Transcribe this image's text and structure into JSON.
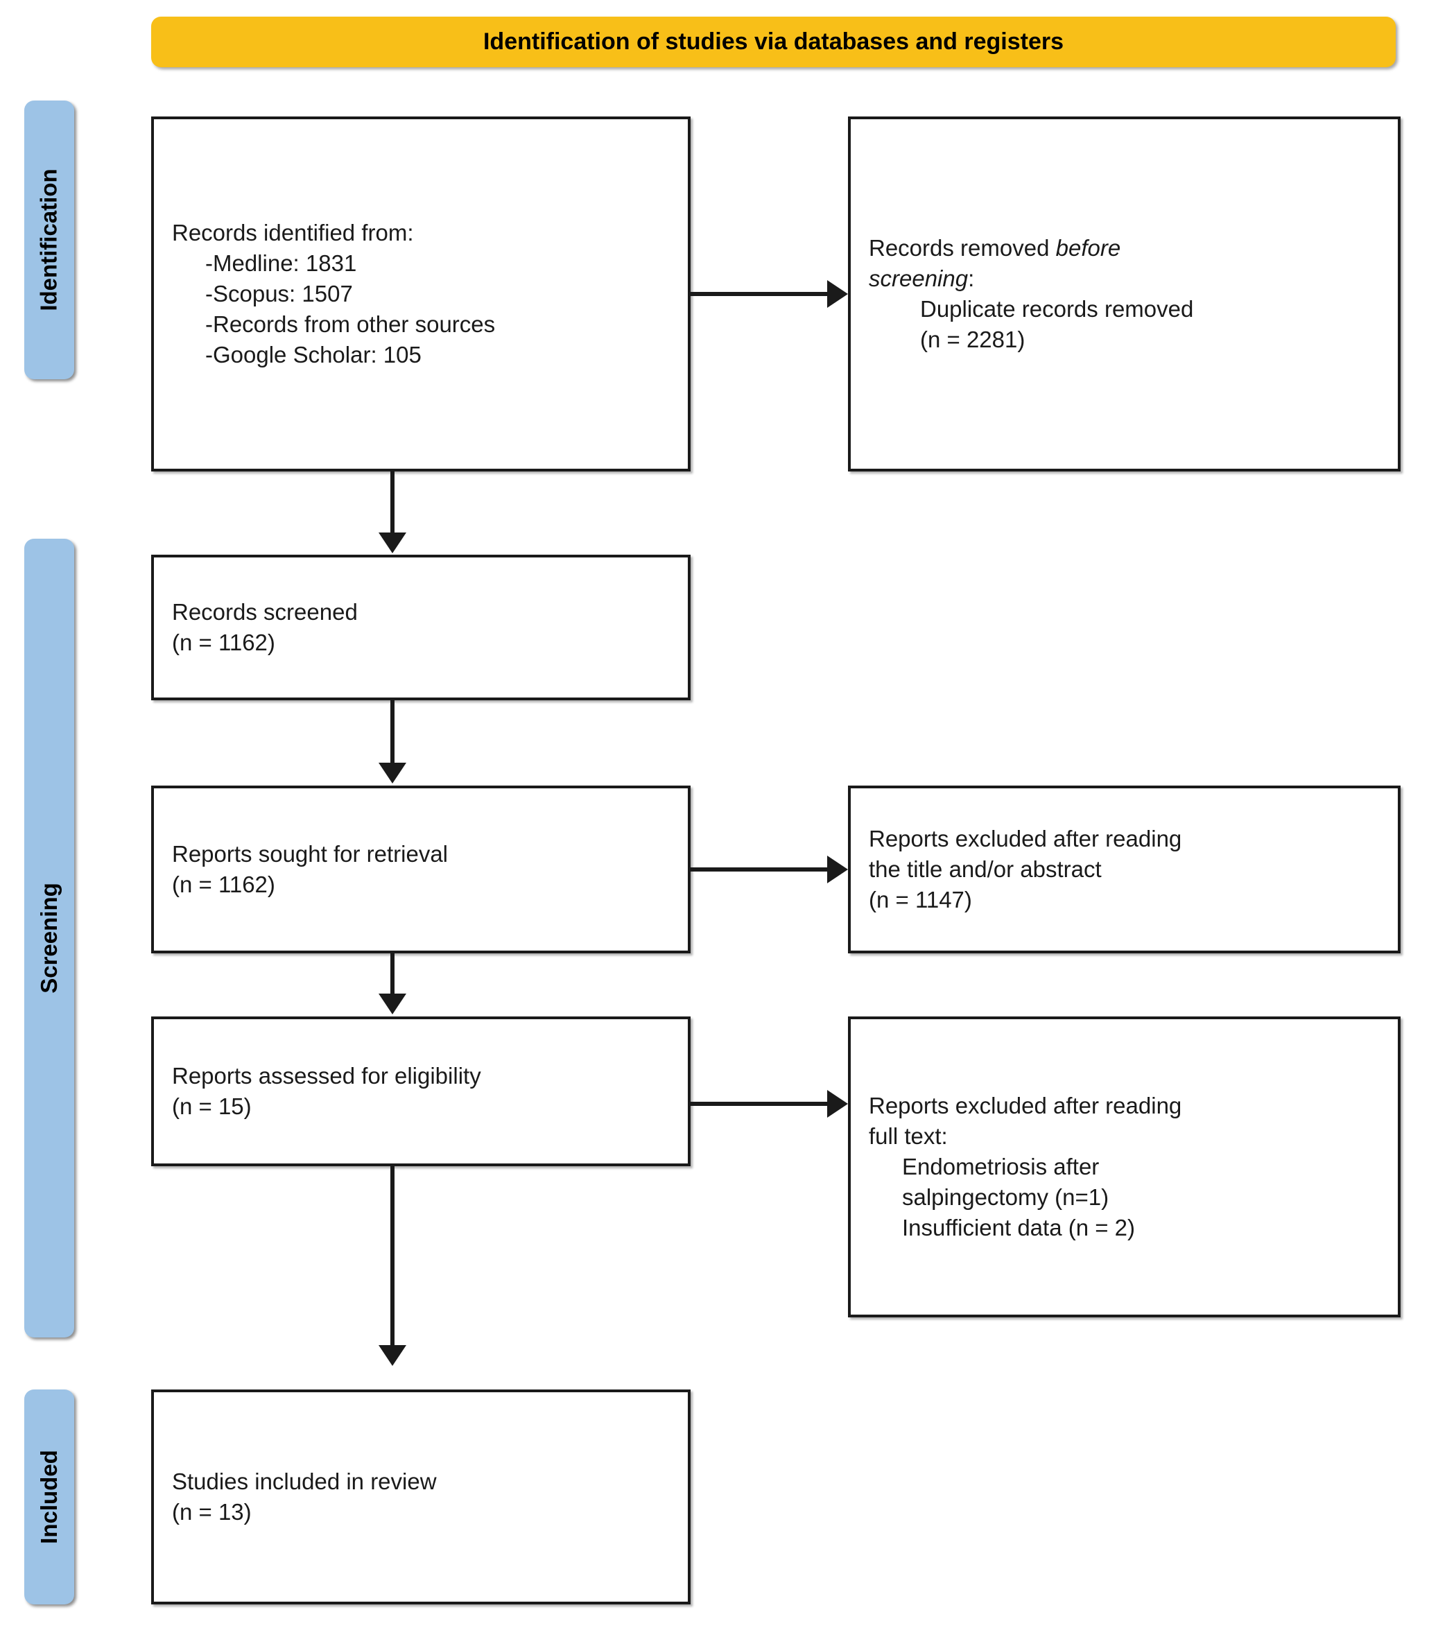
{
  "header": {
    "title": "Identification of studies via databases and registers"
  },
  "stages": [
    {
      "id": "identification",
      "label": "Identification"
    },
    {
      "id": "screening",
      "label": "Screening"
    },
    {
      "id": "included",
      "label": "Included"
    }
  ],
  "boxes": {
    "identified": {
      "line1": "Records identified from:",
      "line2": "-Medline: 1831",
      "line3": "-Scopus: 1507",
      "line4": "-Records from other sources",
      "line5": "-Google Scholar: 105"
    },
    "removed": {
      "line1_plain": "Records removed ",
      "line1_italic": "before",
      "line2_italic": "screening",
      "line2_plain": ":",
      "line3": "Duplicate records removed",
      "line4": "(n = 2281)"
    },
    "screened": {
      "line1": "Records screened",
      "line2": "(n = 1162)"
    },
    "sought": {
      "line1": "Reports sought for retrieval",
      "line2": "(n = 1162)"
    },
    "excluded_title": {
      "line1": "Reports excluded after reading",
      "line2": "the title and/or abstract",
      "line3": "(n = 1147)"
    },
    "assessed": {
      "line1": "Reports assessed for eligibility",
      "line2": "(n = 15)"
    },
    "excluded_fulltext": {
      "line1": "Reports excluded after reading",
      "line2": "full text:",
      "line3": "Endometriosis after",
      "line4": "salpingectomy (n=1)",
      "line5": "Insufficient data (n = 2)"
    },
    "included": {
      "line1": "Studies included in review",
      "line2": "(n = 13)"
    }
  },
  "colors": {
    "header_bg": "#F8BF18",
    "stage_bg": "#9DC3E6",
    "box_border": "#1a1a1a",
    "box_bg": "#FFFFFF",
    "text": "#1a1a1a"
  },
  "chart_data": {
    "type": "table",
    "title": "PRISMA 2020 flow diagram for new systematic reviews which included searches of databases and registers only",
    "nodes": [
      {
        "stage": "Identification",
        "label": "Records identified from: Medline",
        "n": 1831
      },
      {
        "stage": "Identification",
        "label": "Records identified from: Scopus",
        "n": 1507
      },
      {
        "stage": "Identification",
        "label": "Records identified from: Google Scholar",
        "n": 105
      },
      {
        "stage": "Identification",
        "label": "Duplicate records removed",
        "n": 2281
      },
      {
        "stage": "Screening",
        "label": "Records screened",
        "n": 1162
      },
      {
        "stage": "Screening",
        "label": "Reports sought for retrieval",
        "n": 1162
      },
      {
        "stage": "Screening",
        "label": "Reports excluded after reading the title and/or abstract",
        "n": 1147
      },
      {
        "stage": "Screening",
        "label": "Reports assessed for eligibility",
        "n": 15
      },
      {
        "stage": "Screening",
        "label": "Reports excluded after reading full text: Endometriosis after salpingectomy",
        "n": 1
      },
      {
        "stage": "Screening",
        "label": "Reports excluded after reading full text: Insufficient data",
        "n": 2
      },
      {
        "stage": "Included",
        "label": "Studies included in review",
        "n": 13
      }
    ]
  }
}
